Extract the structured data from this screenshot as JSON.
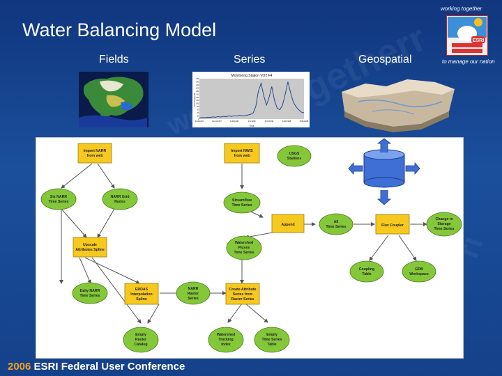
{
  "header": {
    "title": "Water Balancing Model",
    "columns": [
      "Fields",
      "Series",
      "Geospatial"
    ]
  },
  "logo": {
    "top_text": "working together",
    "bottom_text": "to manage our nation",
    "badge_text": "ESRI"
  },
  "series_thumbnail": {
    "title": "Monitoring Station VO2 F4",
    "ylabel": "Discharge (cfs)",
    "xlabel": "Time",
    "x_ticks": [
      "12/1/1997",
      "12/31/1997",
      "1/30/1998",
      "3/1/1998",
      "3/31/1998",
      "4/30/1998",
      "5/30/1998"
    ],
    "y_ticks": [
      "0",
      "20",
      "40",
      "60",
      "80",
      "100",
      "120",
      "140",
      "160",
      "180",
      "200",
      "220",
      "240",
      "260"
    ],
    "values": [
      8,
      10,
      9,
      12,
      11,
      14,
      12,
      16,
      13,
      18,
      15,
      20,
      17,
      22,
      19,
      24,
      21,
      23,
      26,
      30,
      38,
      80,
      180,
      230,
      150,
      90,
      140,
      210,
      120,
      70,
      60,
      90,
      160,
      240,
      170,
      110,
      80,
      60,
      45,
      40
    ]
  },
  "diagram": {
    "nodes": {
      "import_narr": "Import NARR from web",
      "six_narr": "Six NARR Time Series",
      "narr_grid": "NARR Grid Nodes",
      "upscale": "Upscale Attributes Spline",
      "daily_narr": "Daily NARR Time Series",
      "erdas": "ERDAS Interpolation Spline",
      "narr_raster": "NARR Raster Series",
      "empty_catalog": "Empty Raster Catalog",
      "import_nwis": "Import NWIS from web",
      "usgs": "USGS Stations",
      "streamflow": "Streamflow Time Series",
      "append": "Append",
      "all_ts": "All Time Series",
      "watershed_fluxes": "Watershed Fluxes Time Series",
      "create_attr": "Create Attribute Series from Raster Series",
      "watershed_tracking": "Watershed Tracking Index",
      "empty_ts_table": "Empty Time Series Table",
      "flux_coupler": "Flux Coupler",
      "change_storage": "Change in Storage Time Series",
      "coupling_table": "Coupling Table",
      "gdb_workspace": "GDB Workspace"
    }
  },
  "footer": {
    "year": "2006",
    "text": "ESRI Federal User Conference"
  },
  "colors": {
    "background": "#15418a",
    "process_box": "#f7c91e",
    "data_oval": "#84c83a",
    "footer_accent": "#f3a020",
    "cylinder": "#3f6fd4"
  }
}
